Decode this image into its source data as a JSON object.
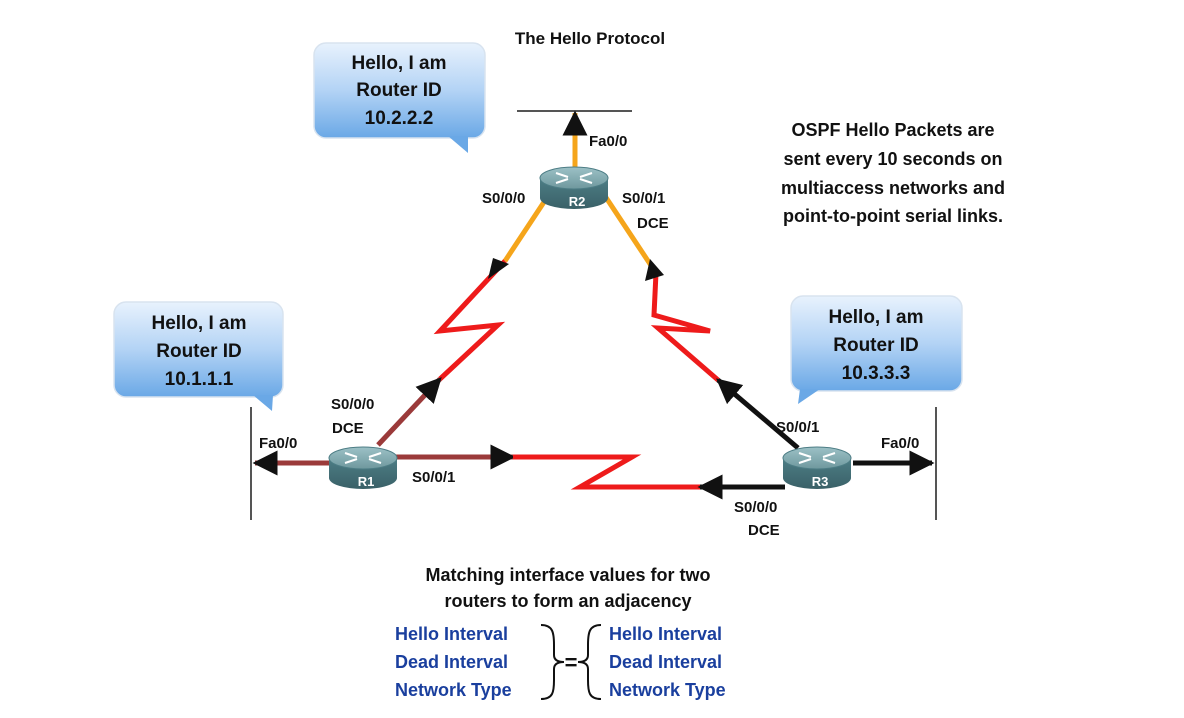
{
  "title": "The Hello Protocol",
  "note_lines": [
    "OSPF Hello Packets are",
    "sent every 10 seconds on",
    "multiaccess networks and",
    "point-to-point serial links."
  ],
  "bubbles": {
    "r1": [
      "Hello, I am",
      "Router ID",
      "10.1.1.1"
    ],
    "r2": [
      "Hello, I am",
      "Router ID",
      "10.2.2.2"
    ],
    "r3": [
      "Hello, I am",
      "Router ID",
      "10.3.3.3"
    ]
  },
  "routers": {
    "r1": {
      "name": "R1"
    },
    "r2": {
      "name": "R2"
    },
    "r3": {
      "name": "R3"
    }
  },
  "interfaces": {
    "r2_fa": "Fa0/0",
    "r2_s000": "S0/0/0",
    "r2_s001": "S0/0/1",
    "r2_dce": "DCE",
    "r1_s000": "S0/0/0",
    "r1_dce": "DCE",
    "r1_fa": "Fa0/0",
    "r1_s001": "S0/0/1",
    "r3_s001": "S0/0/1",
    "r3_fa": "Fa0/0",
    "r3_s000": "S0/0/0",
    "r3_dce": "DCE"
  },
  "caption": {
    "line1": "Matching interface values for two",
    "line2": "routers to form an adjacency",
    "left": [
      "Hello Interval",
      "Dead Interval",
      "Network Type"
    ],
    "equals": "=",
    "right": [
      "Hello Interval",
      "Dead Interval",
      "Network Type"
    ]
  },
  "colors": {
    "bubble_top": "#e4f0fc",
    "bubble_bottom": "#6aa8e6",
    "router": "#5f8e95",
    "link_orange": "#f5a51b",
    "link_red": "#ee1b1b",
    "link_maroon": "#9b3a3a",
    "text_blue": "#1a3f9e"
  }
}
